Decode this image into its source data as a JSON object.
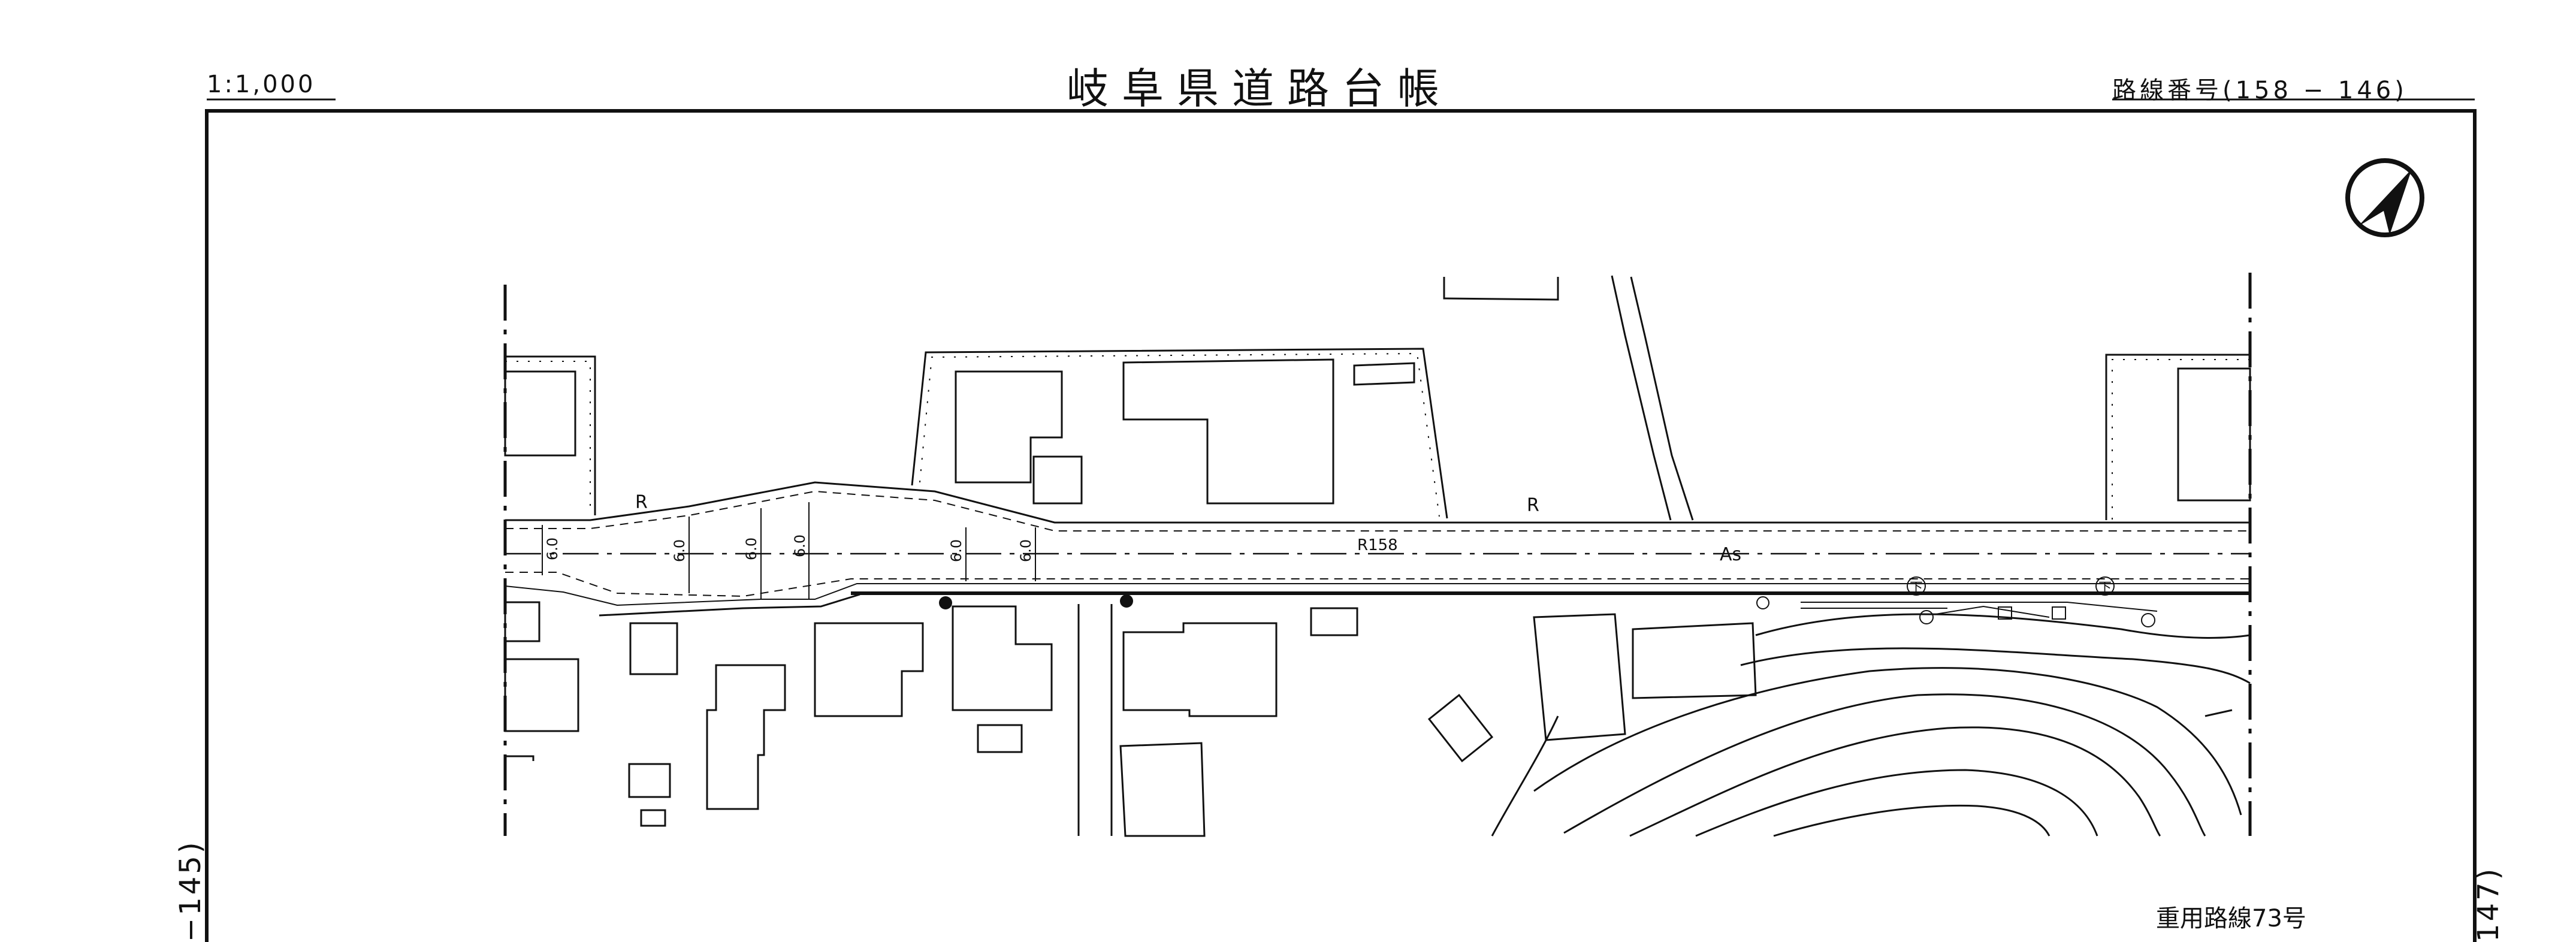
{
  "header": {
    "scale": "1:1,000",
    "title": "岐阜県道路台帳",
    "route_number": "路線番号(158 − 146)"
  },
  "side_refs": {
    "left": "−145)",
    "right": "147)"
  },
  "footer": {
    "overlap_route": "重用路線73号"
  },
  "map": {
    "road_name": "R158",
    "surface": "As",
    "retaining_wall": "R",
    "width_label": "6.0",
    "manhole_symbol": "下",
    "north_arrow": "north-arrow-icon"
  },
  "colors": {
    "ink": "#111111",
    "paper": "#ffffff"
  }
}
